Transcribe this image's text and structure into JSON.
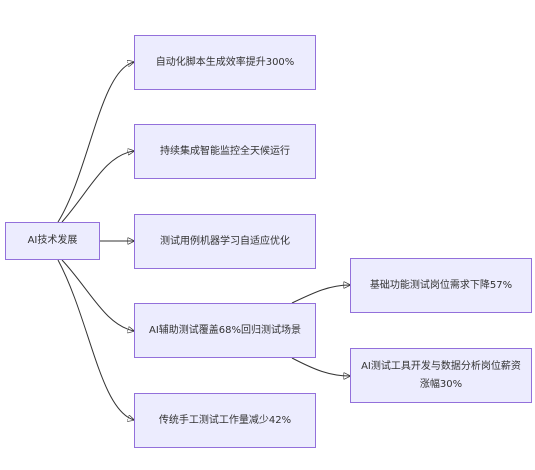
{
  "diagram": {
    "type": "flowchart",
    "direction": "left-to-right",
    "colors": {
      "node_fill": "#ececfe",
      "node_border": "#9370db",
      "edge": "#333333",
      "text": "#333333"
    },
    "nodes": {
      "root": {
        "label": "AI技术发展"
      },
      "automation": {
        "label": "自动化脚本生成效率提升300%"
      },
      "monitoring": {
        "label": "持续集成智能监控全天候运行"
      },
      "adaptive": {
        "label": "测试用例机器学习自适应优化"
      },
      "regression": {
        "label": "AI辅助测试覆盖68%回归测试场景"
      },
      "manual": {
        "label": "传统手工测试工作量减少42%"
      },
      "basic_demand": {
        "label": "基础功能测试岗位需求下降57%"
      },
      "ai_tool_salary": {
        "label": "AI测试工具开发与数据分析岗位薪资涨幅30%"
      }
    },
    "edges": [
      {
        "from": "root",
        "to": "automation"
      },
      {
        "from": "root",
        "to": "monitoring"
      },
      {
        "from": "root",
        "to": "adaptive"
      },
      {
        "from": "root",
        "to": "regression"
      },
      {
        "from": "root",
        "to": "manual"
      },
      {
        "from": "regression",
        "to": "basic_demand"
      },
      {
        "from": "regression",
        "to": "ai_tool_salary"
      }
    ]
  }
}
